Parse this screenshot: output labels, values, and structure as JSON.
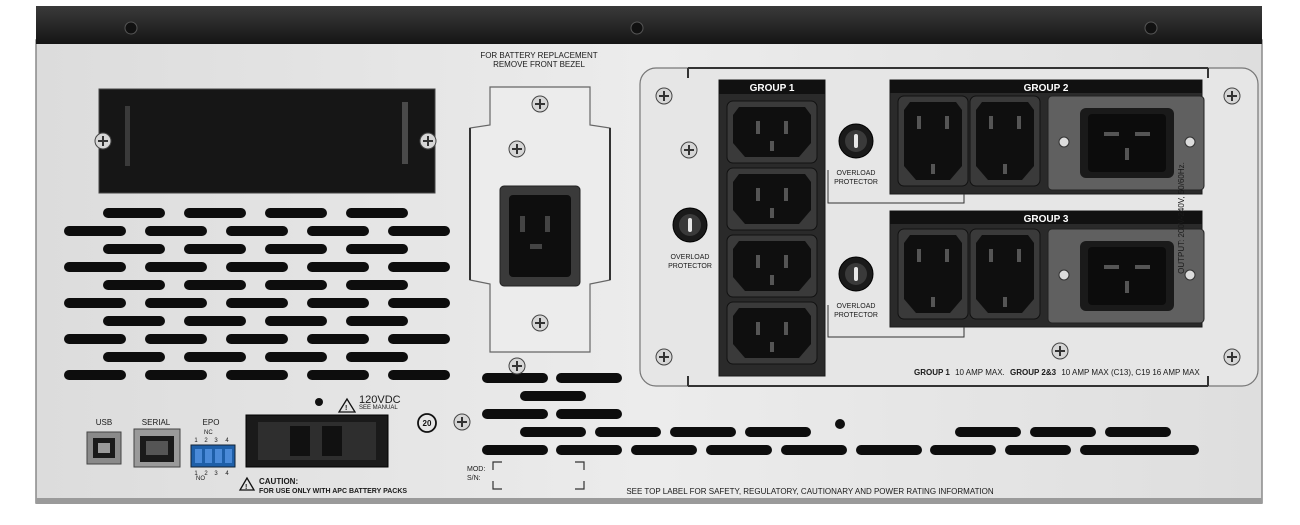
{
  "labels": {
    "battery_line1": "FOR BATTERY REPLACEMENT",
    "battery_line2": "REMOVE FRONT BEZEL",
    "group1": "GROUP 1",
    "group2": "GROUP 2",
    "group3": "GROUP 3",
    "overload": "OVERLOAD",
    "protector": "PROTECTOR",
    "usb": "USB",
    "serial": "SERIAL",
    "epo": "EPO",
    "epo_nc": "NC",
    "epo_no": "NO",
    "epo_pins": [
      "1",
      "2",
      "3",
      "4"
    ],
    "vdc": "120VDC",
    "see_manual": "SEE MANUAL",
    "caution_title": "CAUTION:",
    "caution_text": "FOR USE ONLY WITH APC BATTERY PACKS",
    "recycle_num": "20",
    "mod": "MOD:",
    "sn": "S/N:",
    "group_rating_g1": "GROUP 1",
    "group_rating_g1_text": "10 AMP MAX.",
    "group_rating_g23": "GROUP 2&3",
    "group_rating_g23_text": "10 AMP MAX (C13), C19 16 AMP MAX",
    "output": "OUTPUT: 200V-240V, 50/60Hz.",
    "footer": "SEE TOP LABEL FOR SAFETY, REGULATORY, CAUTIONARY AND POWER RATING INFORMATION"
  },
  "colors": {
    "panel": "#e4e4e4",
    "top_band": "#2a2a2a",
    "outlet_body": "#1c1c1c",
    "outlet_plate": "#6a6a6a"
  }
}
